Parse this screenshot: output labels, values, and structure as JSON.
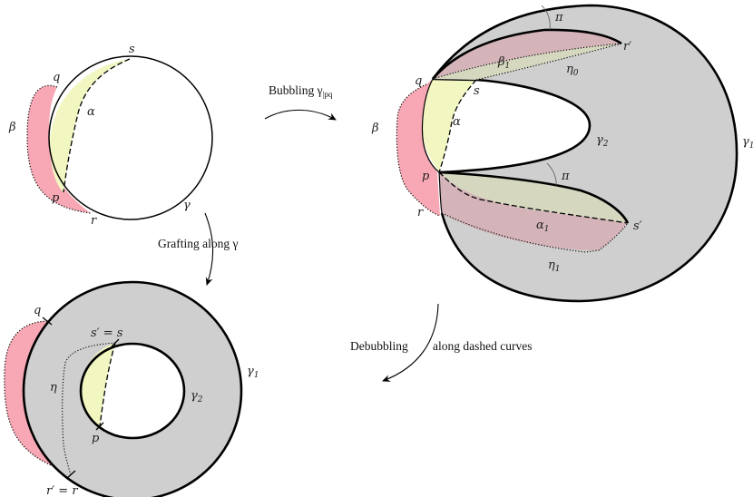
{
  "colors": {
    "pink": "#f7a8b4",
    "yellow": "#f2f7c2",
    "gray": "#cfcfcf",
    "mauve": "#d4b4b9",
    "olive": "#d6d7bf",
    "stroke": "#000000"
  },
  "panels": {
    "top_left": {
      "labels": {
        "s": "s",
        "q": "q",
        "alpha": "α",
        "beta": "β",
        "p": "p",
        "r": "r",
        "gamma": "γ"
      }
    },
    "top_right": {
      "labels": {
        "pi_top": "π",
        "r_prime": "r′",
        "beta1": "β",
        "beta1_sub": "1",
        "eta0": "η",
        "eta0_sub": "0",
        "q": "q",
        "s": "s",
        "beta": "β",
        "alpha": "α",
        "gamma2": "γ",
        "gamma2_sub": "2",
        "pi_bottom": "π",
        "gamma1": "γ",
        "gamma1_sub": "1",
        "p": "p",
        "r": "r",
        "alpha1": "α",
        "alpha1_sub": "1",
        "s_prime": "s′",
        "eta1": "η",
        "eta1_sub": "1"
      }
    },
    "bottom_left": {
      "labels": {
        "q": "q",
        "s_eq": "s′ = s",
        "eta": "η",
        "gamma2": "γ",
        "gamma2_sub": "2",
        "gamma1": "γ",
        "gamma1_sub": "1",
        "p": "p",
        "r_eq": "r′ = r"
      }
    }
  },
  "arrows": {
    "bubbling": {
      "text": "Bubbling γ",
      "sub": "|pq"
    },
    "grafting": {
      "text": "Grafting along γ"
    },
    "debubbling": {
      "text_left": "Debubbling",
      "text_right": "along dashed curves"
    }
  }
}
